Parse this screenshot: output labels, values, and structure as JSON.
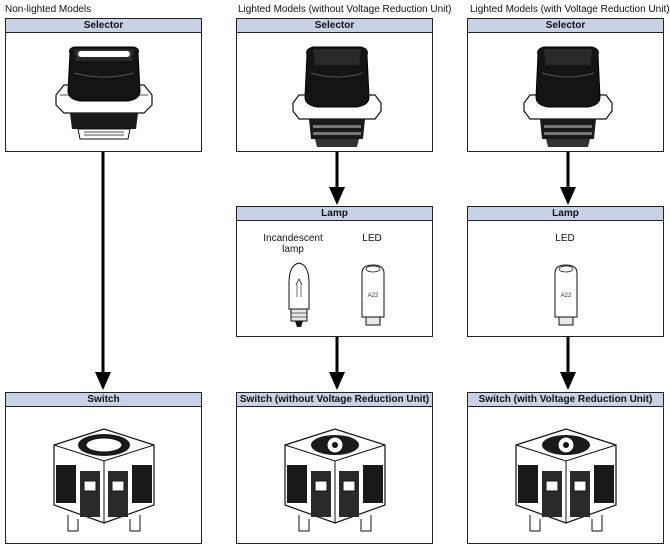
{
  "columns": [
    {
      "title": "Non-lighted Models",
      "selector_header": "Selector",
      "switch_header": "Switch"
    },
    {
      "title": "Lighted Models (without Voltage Reduction Unit)",
      "selector_header": "Selector",
      "lamp_header": "Lamp",
      "lamp_labels": [
        "Incandescent lamp",
        "LED"
      ],
      "switch_header": "Switch (without Voltage Reduction Unit)"
    },
    {
      "title": "Lighted Models (with Voltage Reduction Unit)",
      "selector_header": "Selector",
      "lamp_header": "Lamp",
      "lamp_labels": [
        "LED"
      ],
      "switch_header": "Switch (with Voltage Reduction Unit)"
    }
  ],
  "colors": {
    "header_fill": "#c9d1e6",
    "border": "#222222",
    "arrow": "#000000"
  }
}
